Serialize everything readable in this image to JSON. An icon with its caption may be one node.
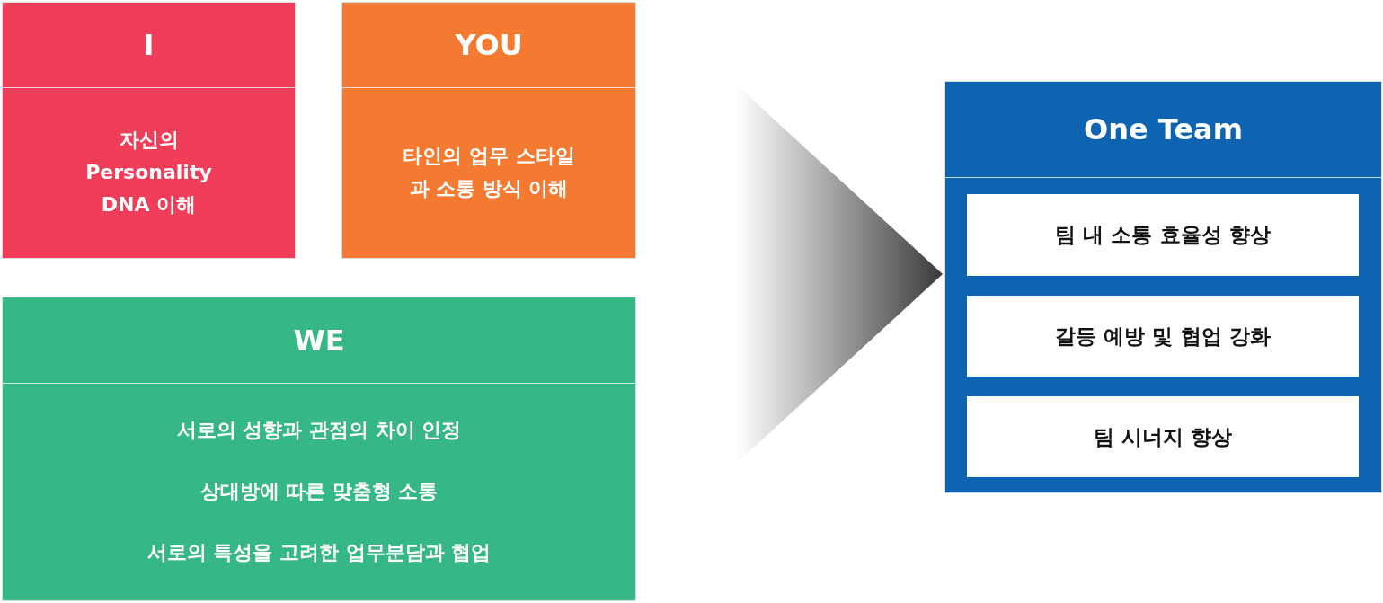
{
  "diagram": {
    "nodes": [
      {
        "text": [
          "I",
          "자신의 Personality DNA 이해"
        ]
      },
      {
        "text": [
          "YOU",
          "타인의 업무 스타일과 소통 방식 이해"
        ]
      },
      {
        "text": [
          "WE",
          "서로의 성향과 관점의 차이 인정",
          "상대방에 따른 맞춤형 소통",
          "서로의 특성을 고려한 업무분담과 협업"
        ]
      },
      {
        "text": [
          "One Team"
        ]
      },
      {
        "text": [
          "팀 내 소통 효율성 향상"
        ],
        "in": 3
      },
      {
        "text": [
          "갈등 예방 및 협업 강화"
        ],
        "in": 3
      },
      {
        "text": [
          "팀 시너지 향상"
        ],
        "in": 3
      }
    ],
    "edges": [
      {
        "from": null,
        "to": 3,
        "arrow": "to"
      }
    ]
  }
}
